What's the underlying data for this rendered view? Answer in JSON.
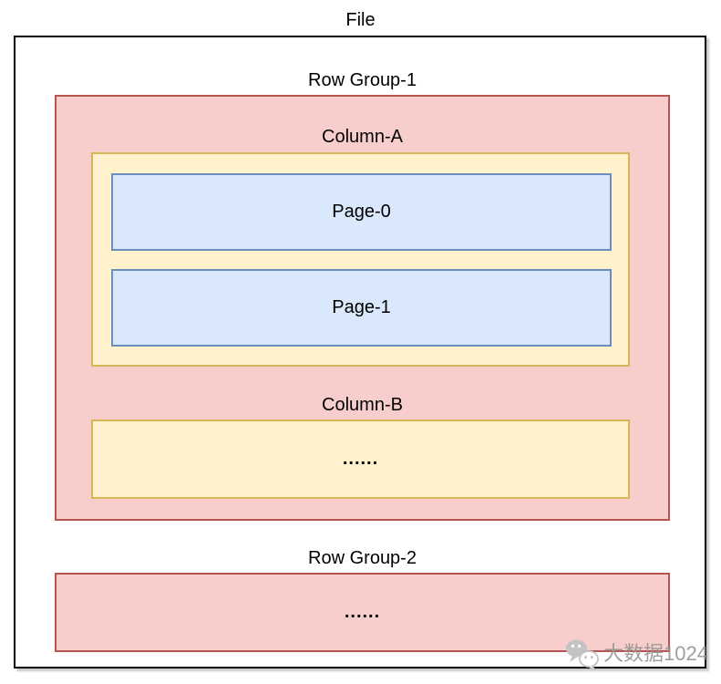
{
  "diagram": {
    "file": {
      "label": "File"
    },
    "row_group_1": {
      "label": "Row Group-1",
      "column_a": {
        "label": "Column-A",
        "pages": [
          {
            "label": "Page-0"
          },
          {
            "label": "Page-1"
          }
        ]
      },
      "column_b": {
        "label": "Column-B",
        "content": "......"
      }
    },
    "row_group_2": {
      "label": "Row Group-2",
      "content": "......"
    }
  },
  "watermark": {
    "icon": "wechat-icon",
    "text": "大数据1024",
    "color": "#949494"
  },
  "colors": {
    "file_border": "#000000",
    "row_group_fill": "#f8cecc",
    "row_group_border": "#b85450",
    "column_fill": "#fff2cc",
    "column_border": "#d6b656",
    "page_fill": "#dae8fc",
    "page_border": "#6c8ebf",
    "text": "#000000"
  }
}
